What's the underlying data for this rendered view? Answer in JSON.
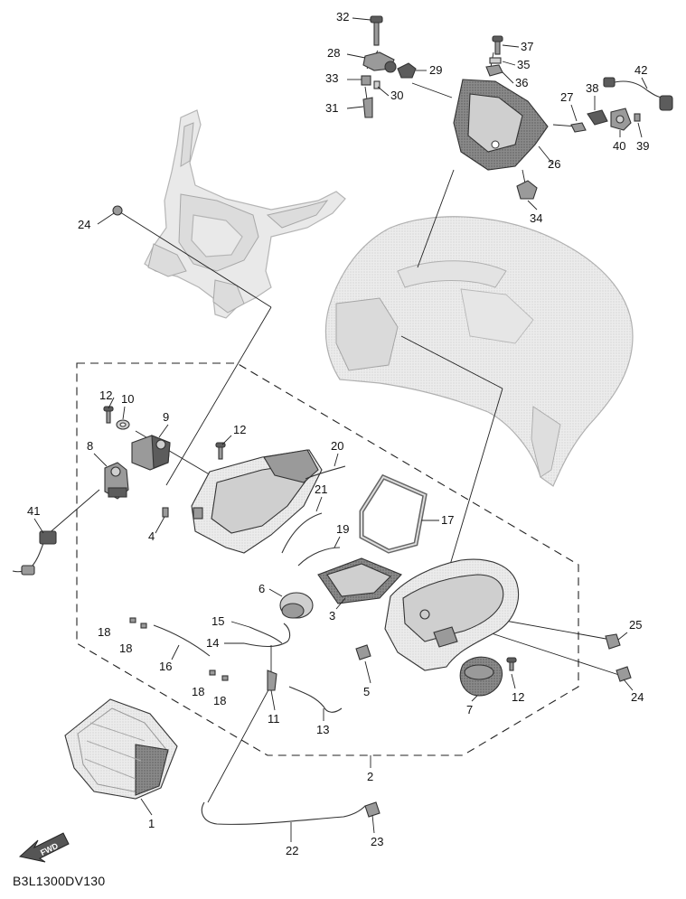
{
  "diagram": {
    "code": "B3L1300DV130",
    "fwd_label": "FWD",
    "callouts": [
      {
        "id": "c32",
        "text": "32"
      },
      {
        "id": "c28",
        "text": "28"
      },
      {
        "id": "c33",
        "text": "33"
      },
      {
        "id": "c30",
        "text": "30"
      },
      {
        "id": "c31",
        "text": "31"
      },
      {
        "id": "c29",
        "text": "29"
      },
      {
        "id": "c37",
        "text": "37"
      },
      {
        "id": "c35",
        "text": "35"
      },
      {
        "id": "c36",
        "text": "36"
      },
      {
        "id": "c42",
        "text": "42"
      },
      {
        "id": "c27",
        "text": "27"
      },
      {
        "id": "c38",
        "text": "38"
      },
      {
        "id": "c40",
        "text": "40"
      },
      {
        "id": "c39",
        "text": "39"
      },
      {
        "id": "c26",
        "text": "26"
      },
      {
        "id": "c34",
        "text": "34"
      },
      {
        "id": "c24a",
        "text": "24"
      },
      {
        "id": "c12a",
        "text": "12"
      },
      {
        "id": "c10",
        "text": "10"
      },
      {
        "id": "c9",
        "text": "9"
      },
      {
        "id": "c8",
        "text": "8"
      },
      {
        "id": "c12b",
        "text": "12"
      },
      {
        "id": "c20",
        "text": "20"
      },
      {
        "id": "c21",
        "text": "21"
      },
      {
        "id": "c17",
        "text": "17"
      },
      {
        "id": "c4",
        "text": "4"
      },
      {
        "id": "c19",
        "text": "19"
      },
      {
        "id": "c41",
        "text": "41"
      },
      {
        "id": "c6",
        "text": "6"
      },
      {
        "id": "c3",
        "text": "3"
      },
      {
        "id": "c15",
        "text": "15"
      },
      {
        "id": "c18a",
        "text": "18"
      },
      {
        "id": "c18b",
        "text": "18"
      },
      {
        "id": "c14",
        "text": "14"
      },
      {
        "id": "c16",
        "text": "16"
      },
      {
        "id": "c25",
        "text": "25"
      },
      {
        "id": "c5",
        "text": "5"
      },
      {
        "id": "c12c",
        "text": "12"
      },
      {
        "id": "c24b",
        "text": "24"
      },
      {
        "id": "c18c",
        "text": "18"
      },
      {
        "id": "c18d",
        "text": "18"
      },
      {
        "id": "c11",
        "text": "11"
      },
      {
        "id": "c13",
        "text": "13"
      },
      {
        "id": "c7",
        "text": "7"
      },
      {
        "id": "c2",
        "text": "2"
      },
      {
        "id": "c1",
        "text": "1"
      },
      {
        "id": "c22",
        "text": "22"
      },
      {
        "id": "c23",
        "text": "23"
      }
    ]
  }
}
